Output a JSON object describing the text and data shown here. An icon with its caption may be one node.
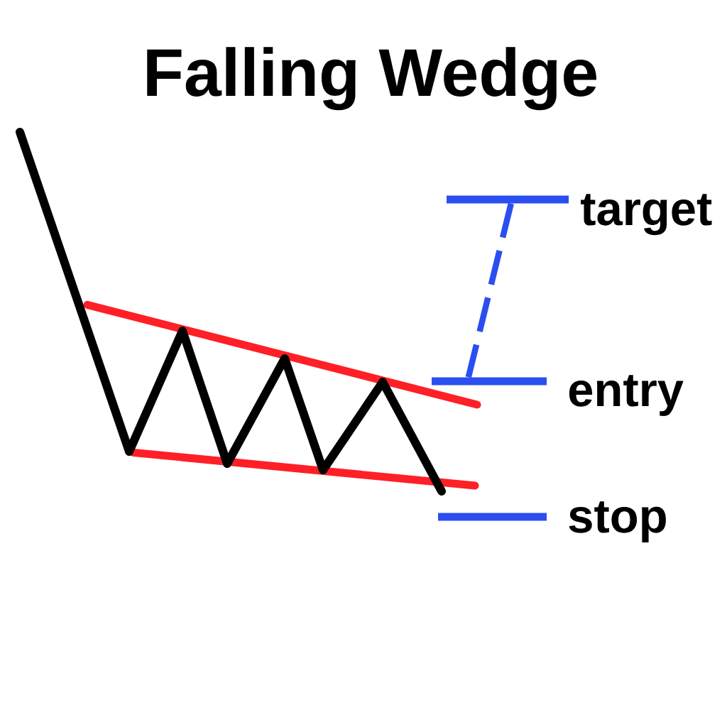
{
  "diagram": {
    "title": "Falling Wedge",
    "nodes": [
      {
        "text": [],
        "shape": "bar",
        "beside": [
          "target"
        ]
      },
      {
        "text": [],
        "shape": "bar",
        "beside": [
          "entry"
        ]
      },
      {
        "text": [],
        "shape": "bar",
        "beside": [
          "stop"
        ]
      }
    ],
    "edges": [
      {
        "from": 0,
        "to": 1,
        "arrow": "none",
        "style": "dashed"
      }
    ]
  }
}
